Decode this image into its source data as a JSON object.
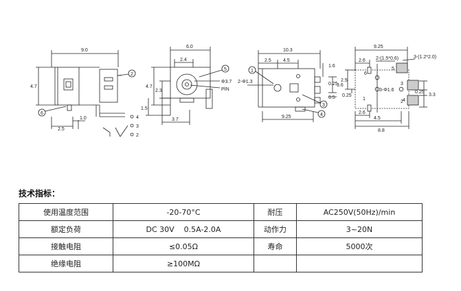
{
  "views": {
    "view1": {
      "dims": {
        "width": "9.0",
        "height": "4.7",
        "bottom_left": "2.5",
        "bottom_mid": "1.0"
      },
      "callouts": [
        "2",
        "6",
        "4",
        "3",
        "2"
      ]
    },
    "view2": {
      "dims": {
        "width": "6.0",
        "inner": "2.4",
        "left_height": "4.7",
        "left_mid": "2.3",
        "left_low": "1.5",
        "bottom": "3.7",
        "dia": "Φ3.7",
        "pin": "PIN"
      },
      "callouts": [
        "5"
      ]
    },
    "view3": {
      "dims": {
        "width": "10.3",
        "top_left": "2.5",
        "top_mid": "4.5",
        "right_top": "1.6",
        "dia": "2-Φ1.3",
        "right_a": "0.25",
        "right_b": "3.6",
        "right_c": "0.5",
        "bottom": "9.25"
      },
      "callouts": [
        "1",
        "3",
        "4"
      ]
    },
    "view4": {
      "dims": {
        "width": "9.25",
        "top_left": "2.6",
        "slot_a": "2-(1.5*0.6)",
        "slot_b": "3-(1.2*2.0)",
        "left_a": "2.5",
        "left_b": "0.25",
        "dia": "3-Φ1.6",
        "right_a": "0.25",
        "right_b": "3.3",
        "bottom_a": "2.6",
        "bottom_b": "4.5",
        "bottom_c": "8.8"
      },
      "pins": [
        "6",
        "5",
        "3",
        "4",
        "1",
        "2"
      ]
    }
  },
  "specs": {
    "title": "技术指标：",
    "rows": [
      {
        "label1": "使用温度范围",
        "value1": "-20-70°C",
        "label2": "耐压",
        "value2": "AC250V(50Hz)/min"
      },
      {
        "label1": "额定负荷",
        "value1": "DC 30V    0.5A-2.0A",
        "label2": "动作力",
        "value2": "3~20N"
      },
      {
        "label1": "接触电阻",
        "value1": "≤0.05Ω",
        "label2": "寿命",
        "value2": "5000次"
      },
      {
        "label1": "绝缘电阻",
        "value1": "≥100MΩ",
        "label2": "",
        "value2": ""
      }
    ]
  }
}
